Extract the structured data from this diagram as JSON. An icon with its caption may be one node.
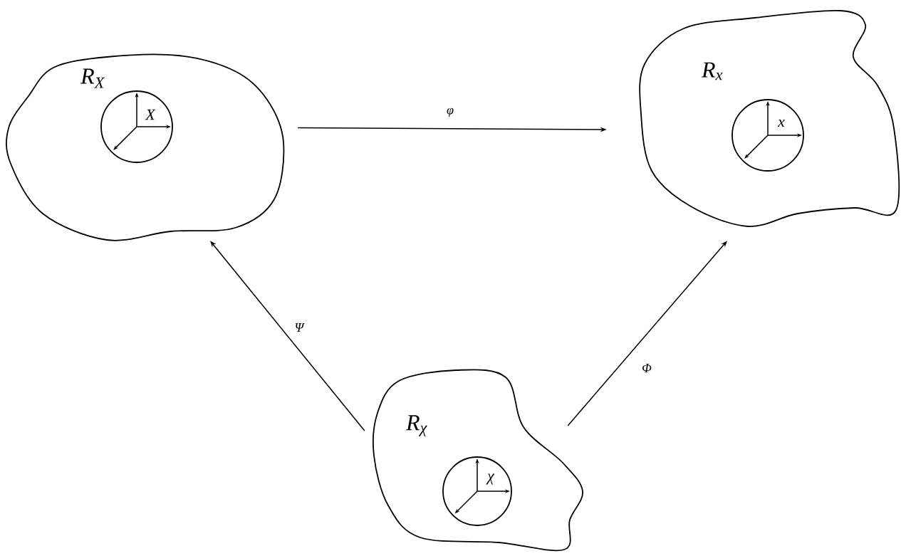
{
  "diagram": {
    "nodes": [
      {
        "text": [
          "R$_{X}$"
        ]
      },
      {
        "text": [
          "X"
        ],
        "in": 0
      },
      {
        "text": [
          "R$_{x}$"
        ]
      },
      {
        "text": [
          "x"
        ],
        "in": 2
      },
      {
        "text": [
          "R$_{χ}$"
        ]
      },
      {
        "text": [
          "χ"
        ],
        "in": 4
      }
    ],
    "edges": [
      {
        "from": 0,
        "to": 2,
        "arrow": "to",
        "label": "φ"
      },
      {
        "from": 4,
        "to": 0,
        "arrow": "to",
        "label": "Ψ"
      },
      {
        "from": 4,
        "to": 2,
        "arrow": "to",
        "label": "Φ"
      }
    ]
  }
}
